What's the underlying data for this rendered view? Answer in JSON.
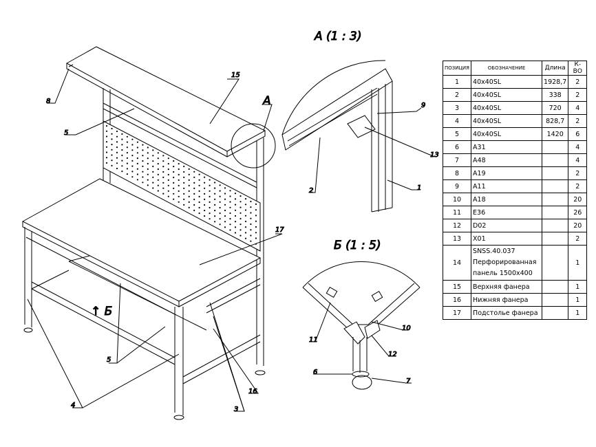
{
  "main_view": {
    "callouts": [
      "8",
      "15",
      "5",
      "А",
      "17",
      "↑ Б",
      "5",
      "4",
      "3",
      "16"
    ]
  },
  "detail_a": {
    "title": "А (1 : 3)",
    "callouts": [
      "9",
      "13",
      "2",
      "1"
    ]
  },
  "detail_b": {
    "title": "Б (1 : 5)",
    "callouts": [
      "11",
      "10",
      "12",
      "6",
      "7"
    ]
  },
  "spec_table": {
    "headers": [
      "ПОЗИЦИЯ",
      "ОБОЗНАЧЕНИЕ",
      "Длина",
      "К-ВО"
    ],
    "rows": [
      {
        "pos": "1",
        "name": "40x40SL",
        "length": "1928,7",
        "qty": "2"
      },
      {
        "pos": "2",
        "name": "40x40SL",
        "length": "338",
        "qty": "2"
      },
      {
        "pos": "3",
        "name": "40x40SL",
        "length": "720",
        "qty": "4"
      },
      {
        "pos": "4",
        "name": "40x40SL",
        "length": "828,7",
        "qty": "2"
      },
      {
        "pos": "5",
        "name": "40x40SL",
        "length": "1420",
        "qty": "6"
      },
      {
        "pos": "6",
        "name": "A31",
        "length": "",
        "qty": "4"
      },
      {
        "pos": "7",
        "name": "A48",
        "length": "",
        "qty": "4"
      },
      {
        "pos": "8",
        "name": "A19",
        "length": "",
        "qty": "2"
      },
      {
        "pos": "9",
        "name": "A11",
        "length": "",
        "qty": "2"
      },
      {
        "pos": "10",
        "name": "A18",
        "length": "",
        "qty": "20"
      },
      {
        "pos": "11",
        "name": "E36",
        "length": "",
        "qty": "26"
      },
      {
        "pos": "12",
        "name": "D02",
        "length": "",
        "qty": "20"
      },
      {
        "pos": "13",
        "name": "X01",
        "length": "",
        "qty": "2"
      },
      {
        "pos": "14",
        "name": "SNSS.40.037 Перфорированная панель 1500x400",
        "length": "",
        "qty": "1"
      },
      {
        "pos": "15",
        "name": "Верхняя фанера",
        "length": "",
        "qty": "1"
      },
      {
        "pos": "16",
        "name": "Нижняя фанера",
        "length": "",
        "qty": "1"
      },
      {
        "pos": "17",
        "name": "Подстолье фанера",
        "length": "",
        "qty": "1"
      }
    ]
  }
}
